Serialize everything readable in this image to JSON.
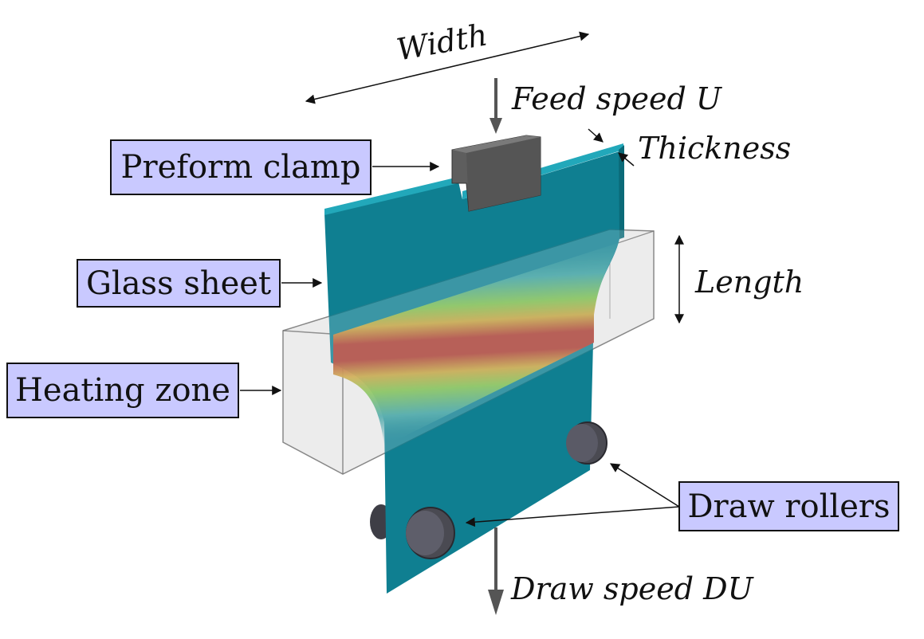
{
  "labels": {
    "preform_clamp": "Preform clamp",
    "glass_sheet": "Glass sheet",
    "heating_zone": "Heating zone",
    "draw_rollers": "Draw rollers"
  },
  "annotations": {
    "width": "Width",
    "feed_speed": "Feed speed U",
    "thickness": "Thickness",
    "length": "Length",
    "draw_speed": "Draw speed DU"
  },
  "colors": {
    "label_fill": "#c9c9ff",
    "sheet": "#0f7f91",
    "sheet_edge": "#1f9fb0",
    "clamp": "#5e5e5e",
    "heating_box": "#d9d9d9",
    "hot_core": "#b03a2e",
    "roller": "#4a4a52"
  },
  "icons": {
    "arrows": "arrow-icon",
    "rollers": "roller-icon"
  }
}
